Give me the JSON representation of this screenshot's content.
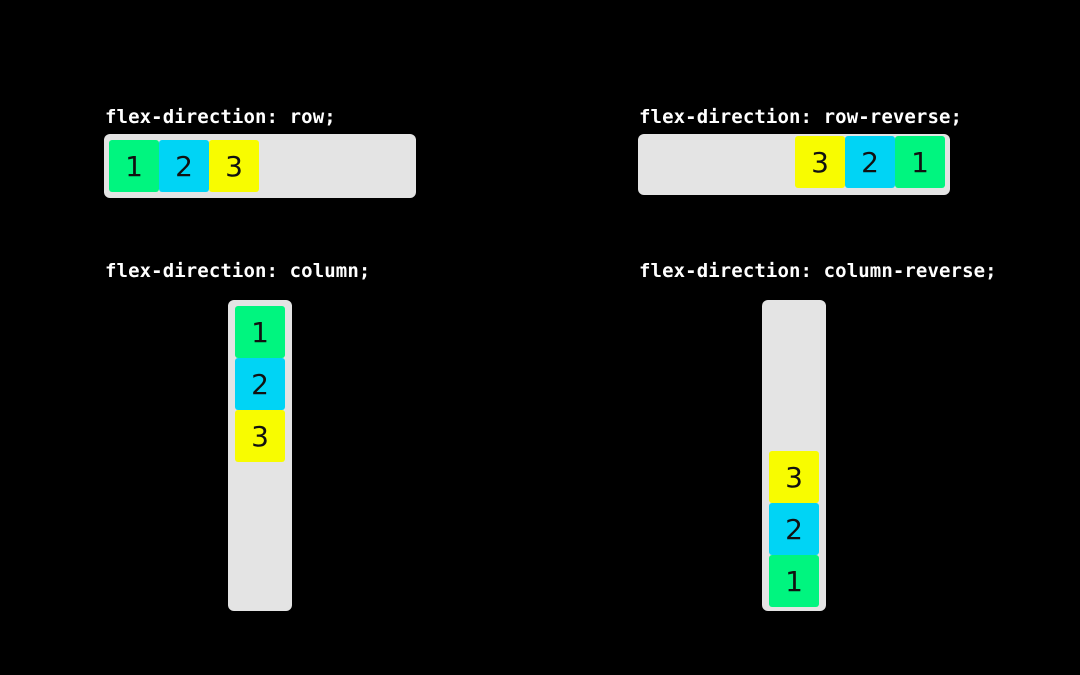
{
  "panels": {
    "row": {
      "label": "flex-direction: row;",
      "items": [
        "1",
        "2",
        "3"
      ]
    },
    "row_reverse": {
      "label": "flex-direction: row-reverse;",
      "items": [
        "1",
        "2",
        "3"
      ]
    },
    "column": {
      "label": "flex-direction: column;",
      "items": [
        "1",
        "2",
        "3"
      ]
    },
    "column_reverse": {
      "label": "flex-direction: column-reverse;",
      "items": [
        "1",
        "2",
        "3"
      ]
    }
  },
  "colors": {
    "background": "#000000",
    "container": "#e4e4e4",
    "item_1": "#00f57f",
    "item_2": "#00d4f5",
    "item_3": "#f8fc00"
  }
}
